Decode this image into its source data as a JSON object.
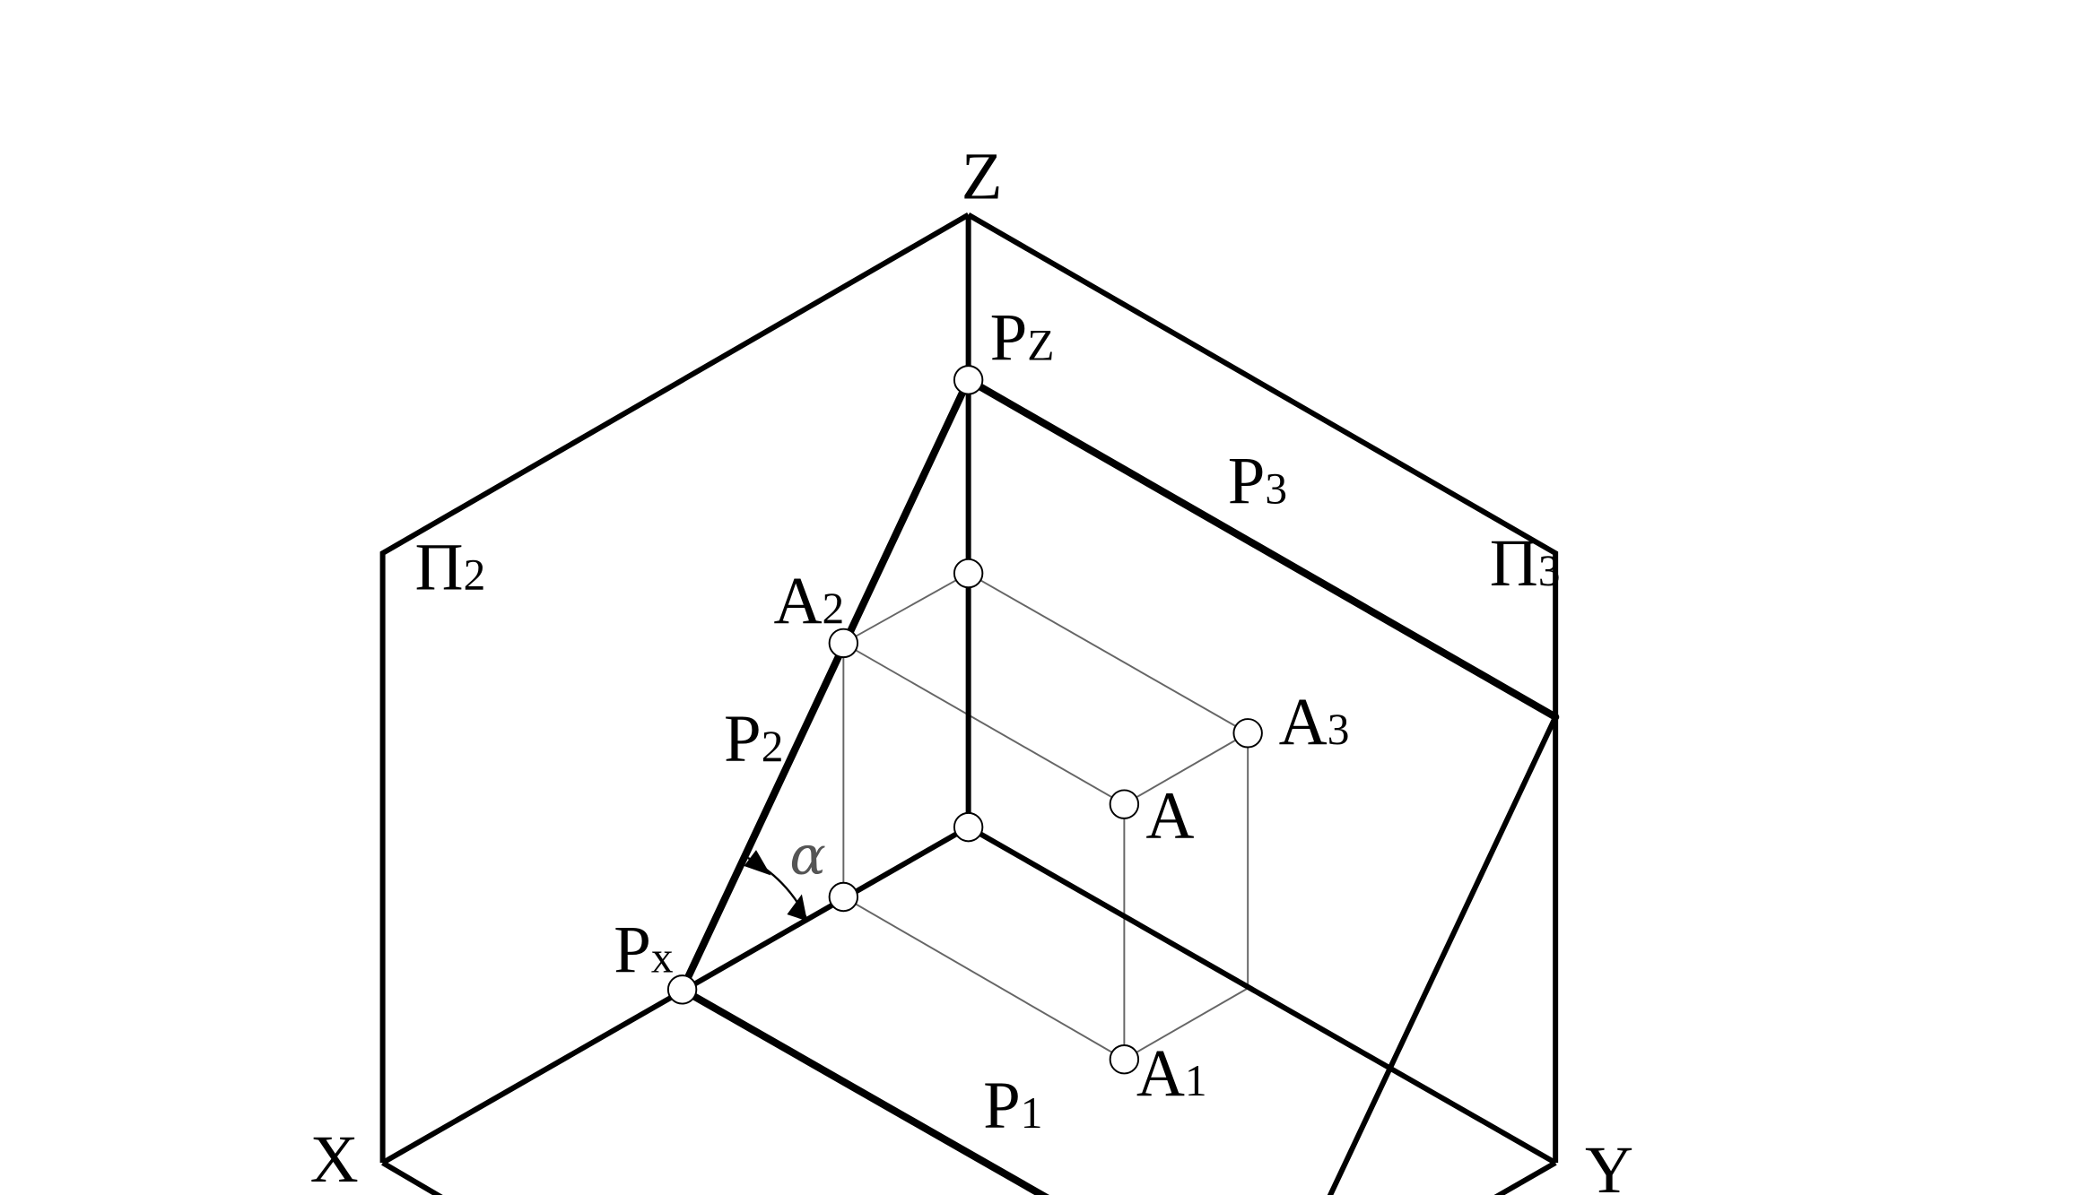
{
  "labels": {
    "z_axis": "Z",
    "x_axis": "X",
    "y_axis": "Y",
    "pz": {
      "base": "P",
      "sub": "Z"
    },
    "px": {
      "base": "P",
      "sub": "x"
    },
    "p1": {
      "base": "P",
      "sub": "1"
    },
    "p2": {
      "base": "P",
      "sub": "2"
    },
    "p3": {
      "base": "P",
      "sub": "3"
    },
    "pi2": {
      "base": "Π",
      "sub": "2"
    },
    "pi3": {
      "base": "Π",
      "sub": "3"
    },
    "a": "A",
    "a1": {
      "base": "A",
      "sub": "1"
    },
    "a2": {
      "base": "A",
      "sub": "2"
    },
    "a3": {
      "base": "A",
      "sub": "3"
    },
    "alpha": "α"
  },
  "colors": {
    "line": "#000000",
    "thin_line": "#666666",
    "alpha_mark": "#555555",
    "background": "#ffffff"
  }
}
